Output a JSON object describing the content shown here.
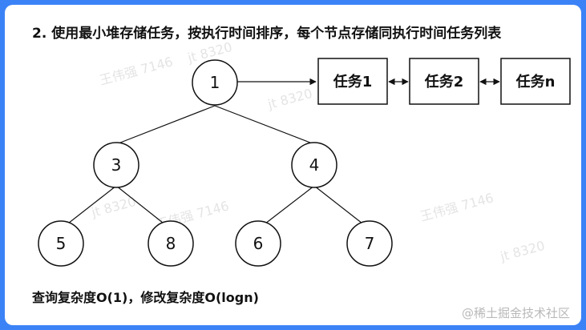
{
  "title": "2. 使用最小堆存储任务，按执行时间排序，每个节点存储同执行时间任务列表",
  "heap_nodes": [
    "1",
    "3",
    "4",
    "5",
    "8",
    "6",
    "7"
  ],
  "tasks": [
    "任务1",
    "任务2",
    "任务n"
  ],
  "complexity_note": "查询复杂度O(1)，修改复杂度O(logn)",
  "credit": "@稀土掘金技术社区",
  "watermarks": [
    "王伟强 7146",
    "jt 8320"
  ],
  "colors": {
    "frame_background": "#3b82f6",
    "card_background": "#ffffff",
    "stroke": "#111111"
  }
}
